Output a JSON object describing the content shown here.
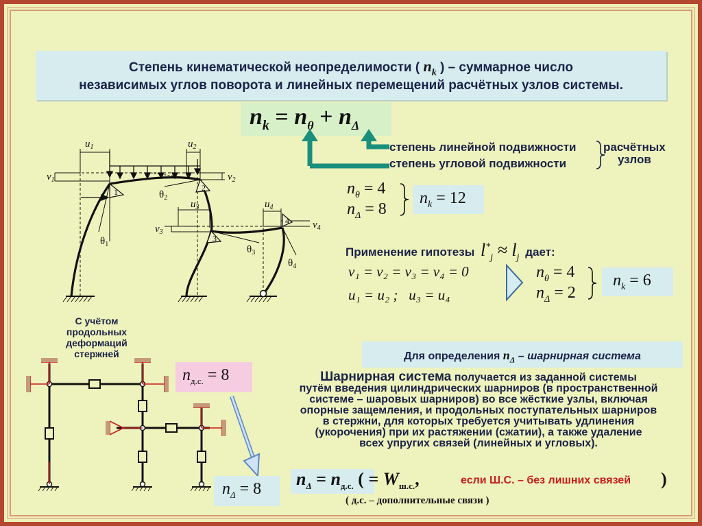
{
  "definition": {
    "line1_prefix": "Степень кинематической неопределимости (",
    "line1_var": "n",
    "line1_sub": "k",
    "line1_suffix": ") – суммарное число",
    "line2": "независимых углов поворота и линейных перемещений расчётных узлов системы."
  },
  "main_formula": {
    "n": "n",
    "k": "k",
    "eq": "=",
    "theta": "θ",
    "plus": "+",
    "delta": "Δ"
  },
  "legend": {
    "linear": "степень линейной подвижности",
    "angular": "степень угловой подвижности",
    "group_label_1": "расчётных",
    "group_label_2": "узлов"
  },
  "counts_1": {
    "ntheta": "= 4",
    "ndelta": "= 8",
    "nk": "= 12"
  },
  "hypothesis": {
    "prefix": "Применение гипотезы",
    "suffix": "дает:"
  },
  "equalities": {
    "line1": "v₁ = v₂ = v₃ = v₄ = 0",
    "line2_a": "u₁ = u₂ ;",
    "line2_b": "u₃ = u₄"
  },
  "counts_2": {
    "ntheta": "= 4",
    "ndelta": "= 2",
    "nk": "= 6"
  },
  "longitudinal_note": [
    "С учётом",
    "продольных",
    "деформаций",
    "стержней"
  ],
  "nds_box": {
    "label": "n",
    "sub": "д.с.",
    "value": "= 8"
  },
  "ndelta_box": {
    "value": "= 8"
  },
  "hinge_header": {
    "prefix": "Для определения",
    "var": "n",
    "suffix": "– шарнирная система"
  },
  "hinge_text": {
    "title": "Шарнирная система",
    "lines": [
      "получается из заданной системы",
      "путём введения цилиндрических шарниров (в пространственной",
      "системе – шаровых шарниров) во все жёсткие узлы, включая",
      "опорные защемления, и продольных поступательных шарниров",
      "в стержни, для которых требуется учитывать удлинения",
      "(укорочения) при их растяжении (сжатии), а также удаление",
      "всех упругих связей (линейных и угловых)."
    ]
  },
  "final_formula": {
    "eq": "=",
    "sub_ds": "д.с.",
    "open": "( =",
    "W": "W",
    "sub_ws": "ш.с.",
    "comma": ",",
    "red_text": "если Ш.С. – без лишних связей",
    "close": ")"
  },
  "footnote": "( д.с. – дополнительные связи )",
  "frame_labels": {
    "u1": "u",
    "u2": "u",
    "u3": "u",
    "u4": "u",
    "v1": "v",
    "v2": "v",
    "v3": "v",
    "v4": "v",
    "theta": "θ",
    "nodes": [
      "1",
      "2",
      "3",
      "4"
    ],
    "idx": [
      "1",
      "2",
      "3",
      "4"
    ]
  },
  "colors": {
    "accent_red": "#c61d1d",
    "teal_arrow": "#1a8f7e",
    "blue_arrow": "#6f9fd6",
    "border": "#b5462f"
  }
}
